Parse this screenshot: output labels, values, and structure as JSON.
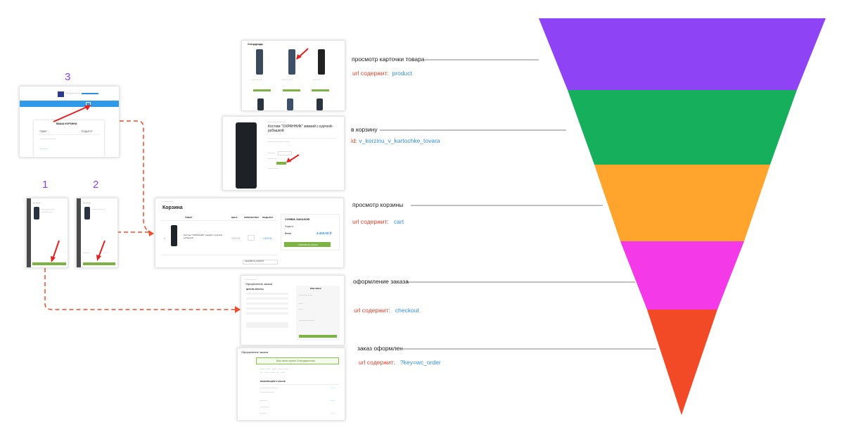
{
  "funnel": {
    "colors": [
      "#8e44f5",
      "#16b05d",
      "#ffa42c",
      "#f43ae8",
      "#f24a27"
    ],
    "stages": [
      {
        "label": "просмотр карточки товара",
        "cond_key": "url содержит:",
        "cond_val": "product"
      },
      {
        "label": "в корзину",
        "cond_key": "id:",
        "cond_val": "v_korzinu_v_kartochke_tovara"
      },
      {
        "label": "просмотр корзины",
        "cond_key": "url содержит:",
        "cond_val": "cart"
      },
      {
        "label": "оформление заказа",
        "cond_key": "url содержит:",
        "cond_val": "checkout"
      },
      {
        "label": "заказ оформлен",
        "cond_key": "url содержит:",
        "cond_val": "?key=wc_order"
      }
    ]
  },
  "steps": {
    "one": "1",
    "two": "2",
    "three": "3"
  },
  "cart_page": {
    "title": "Корзина",
    "col_product": "ТОВАР",
    "col_price": "ЦЕНА",
    "col_qty": "КОЛИЧЕСТВО",
    "col_subtotal": "ПОДЫТОГ",
    "item_name": "Костюм \"ОХРАННИК\" зимний с курткой-рубашкой",
    "item_price": "3.400,00",
    "item_subtotal": "3.400,00",
    "totals_title": "СУММА ЗАКАЗОВ",
    "totals_subtotal_label": "Подытог",
    "totals_total_label": "Итого",
    "totals_total": "3.400,00 ₽",
    "checkout_button": "ОФОРМИТЬ ЗАКАЗ",
    "update_button": "ОБНОВИТЬ КОРЗИНУ"
  },
  "product_page": {
    "title": "Костюм \"ОХРАННИК\" зимний с курткой-рубашкой"
  },
  "catalog_page": {
    "header": "Спецодежда"
  },
  "checkout_page": {
    "title": "Оформление заказа",
    "billing": "ДЕТАЛИ ОПЛАТЫ",
    "order": "ВАШ ЗАКАЗ"
  },
  "order_page": {
    "title": "Оформление заказа",
    "notice": "Ваш заказ принят. Благодарим вас.",
    "details": "ИНФОРМАЦИЯ О ЗАКАЗЕ"
  },
  "mini_cart": {
    "title": "ВАША КОРЗИНА",
    "col_product": "ТОВАР",
    "col_subtotal": "ПОДЫТОГ"
  }
}
